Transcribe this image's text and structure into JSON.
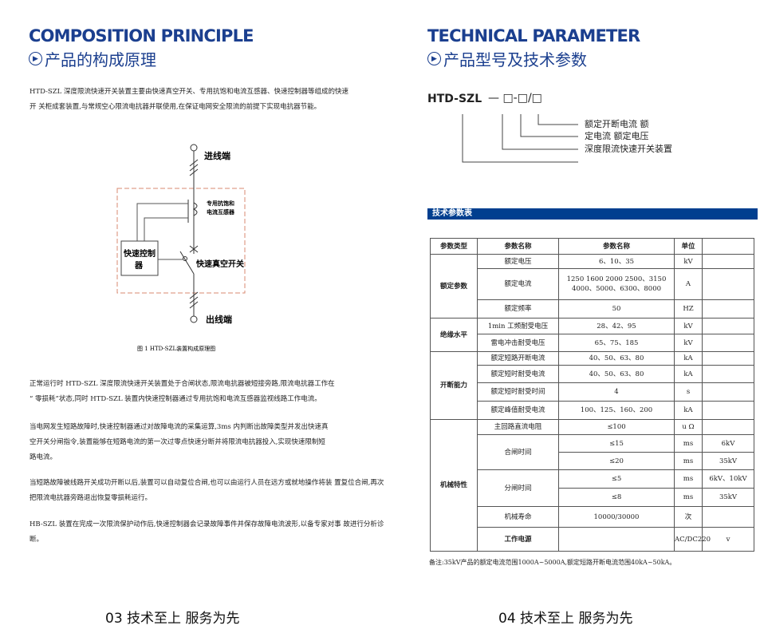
{
  "left": {
    "title_en": "COMPOSITION PRINCIPLE",
    "title_cn": "产品的构成原理",
    "intro": [
      "HTD-SZL 深度限流快速开关装置主要由快速真空开关、专用抗饱和电流互感器、快速控制器等组成的快速",
      "开 关柜成套装置,与常规空心限流电抗器并联使用,在保证电网安全限流的前提下实现电抗器节能。"
    ],
    "diagram": {
      "in_label": "进线端",
      "ct_label_1": "专用抗饱和",
      "ct_label_2": "电流互感器",
      "controller_1": "快速控制",
      "controller_2": "器",
      "switch_label": "快速真空开关",
      "out_label": "出线端",
      "caption": "图 1 HTD-SZL装置构成原理图"
    },
    "paragraphs": [
      [
        "正常运行时 HTD-SZL 深度限流快速开关装置处于合闸状态,限流电抗器被短接旁路,限流电抗器工作在",
        "“ 零损耗”状态,同时 HTD-SZL 装置内快速控制器通过专用抗饱和电流互感器监视线路工作电流。"
      ],
      [
        "当电网发生短路故障时,快速控制器通过对故障电流的采集运算,3ms 内判断出故障类型并发出快速真",
        "空开关分闸指令,装置能够在短路电流的第一次过零点快速分断并将限流电抗器投入,实现快速限制短",
        "路电流。"
      ],
      [
        "当短路故障被线路开关成功开断以后,装置可以自动复位合闸,也可以由运行人员在远方或就地操作将装 置复位合闸,再次",
        "把限流电抗器旁路退出恢复零损耗运行。"
      ],
      [
        "HB-SZL 装置在完成一次限流保护动作后,快速控制器会记录故障事件并保存故障电流波形,以备专家对事 故进行分析诊",
        "断。"
      ]
    ],
    "footer": "03 技术至上 服务为先"
  },
  "right": {
    "title_en": "TECHNICAL PARAMETER",
    "title_cn": "产品型号及技术参数",
    "model": {
      "code": "HTD-SZL",
      "pattern": "— □-□/□",
      "labels": [
        "额定开断电流 额",
        "定电流 额定电压",
        "深度限流快速开关装置"
      ]
    },
    "table_title": "技术参数表",
    "table": {
      "headers": [
        "参数类型",
        "参数名称",
        "参数名称",
        "单位",
        ""
      ],
      "groups": [
        "额定参数",
        "绝缘水平",
        "开断能力",
        "机械特性",
        "工作电源"
      ],
      "rows": [
        {
          "name": "额定电压",
          "value": "6、10、35",
          "unit": "kV"
        },
        {
          "name": "额定电流",
          "value": "1250 1600 2000 2500、3150",
          "value2": "4000、5000、6300、8000",
          "unit": "A"
        },
        {
          "name": "额定频率",
          "value": "50",
          "unit": "HZ"
        },
        {
          "name": "1min 工频耐受电压",
          "value": "28、42、95",
          "unit": "kV"
        },
        {
          "name": "雷电冲击耐受电压",
          "value": "65、75、185",
          "unit": "kV"
        },
        {
          "name": "额定短路开断电流",
          "value": "40、50、63、80",
          "unit": "kA"
        },
        {
          "name": "额定短时耐受电流",
          "value": "40、50、63、80",
          "unit": "kA"
        },
        {
          "name": "额定短时耐受时间",
          "value": "4",
          "unit": "s"
        },
        {
          "name": "额定峰值耐受电流",
          "value": "100、125、160、200",
          "unit": "kA"
        },
        {
          "name": "主回路直流电阻",
          "value": "≤100",
          "unit": "u Ω"
        },
        {
          "name": "合闸时间",
          "value": "≤15",
          "unit": "ms",
          "note": "6kV"
        },
        {
          "value": "≤20",
          "unit": "ms",
          "note": "35kV"
        },
        {
          "name": "分闸时间",
          "value": "≤5",
          "unit": "ms",
          "note": "6kV、10kV"
        },
        {
          "value": "≤8",
          "unit": "ms",
          "note": "35kV"
        },
        {
          "name": "机械寿命",
          "value": "10000/30000",
          "unit": "次"
        },
        {
          "name": "",
          "value": "AC/DC220",
          "unit": "v"
        }
      ]
    },
    "note": "备注:35kV产品的额定电流范围1000A~5000A,额定短路开断电流范围40kA~50kA。",
    "footer": "04 技术至上 服务为先"
  }
}
